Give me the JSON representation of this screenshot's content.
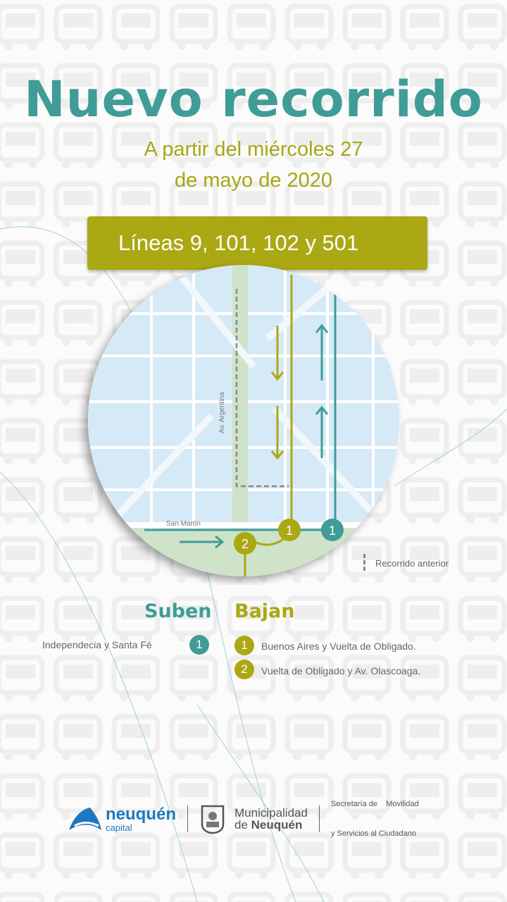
{
  "title": "Nuevo recorrido",
  "subtitle": {
    "line1": "A partir del miércoles 27",
    "line2": "de mayo de 2020"
  },
  "banner": "Líneas 9, 101, 102 y 501",
  "map": {
    "street_av_argentina": "Av. Argentina",
    "street_san_martin": "San Martín",
    "stop1": "1",
    "stop1_teal": "1",
    "stop2": "2"
  },
  "legend_previous": "Recorrido anterior",
  "suben": {
    "heading": "Suben",
    "stop": "Independecia y Santa Fé",
    "num": "1"
  },
  "bajan": {
    "heading": "Bajan",
    "stops": [
      {
        "num": "1",
        "label": "Buenos Aires y Vuelta de Obligado."
      },
      {
        "num": "2",
        "label": "Vuelta de Obligado y Av. Olascoaga."
      }
    ]
  },
  "footer": {
    "brand": "neuquén",
    "brand_sub": "capital",
    "muni_line1": "Municipalidad",
    "muni_line2a": "de ",
    "muni_line2b": "Neuquén",
    "secretaria_line1": "Secretaría de    Movilidad",
    "secretaria_line2": "y Servicios al Ciudadano"
  },
  "colors": {
    "teal": "#3f9c96",
    "olive": "#aaa813",
    "water": "#d6e9f7",
    "park": "#cfe3c9"
  }
}
